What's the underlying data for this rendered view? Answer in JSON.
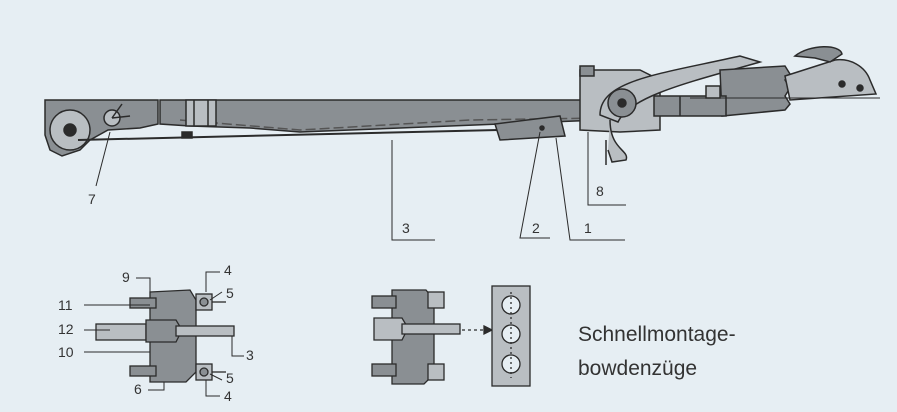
{
  "colors": {
    "background": "#e6eef3",
    "line": "#2b2b2b",
    "fill": "#8a8f93",
    "light_fill": "#b9bec2",
    "text": "#333333"
  },
  "top_labels": {
    "l7": "7",
    "l3": "3",
    "l2": "2",
    "l1": "1",
    "l8": "8"
  },
  "detail_labels": {
    "d9": "9",
    "d4a": "4",
    "d5a": "5",
    "d11": "11",
    "d12": "12",
    "d10": "10",
    "d3": "3",
    "d5b": "5",
    "d6": "6",
    "d4b": "4"
  },
  "caption": {
    "line1": "Schnellmontage-",
    "line2": "bowdenzüge"
  }
}
